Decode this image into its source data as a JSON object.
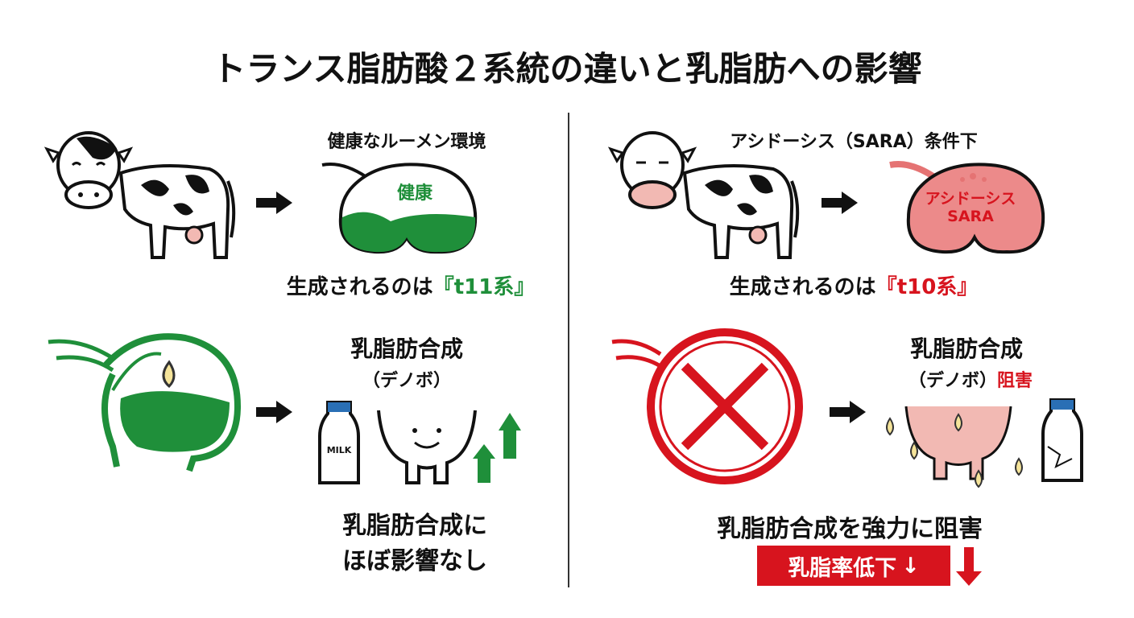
{
  "title": "トランス脂肪酸２系統の違いと乳脂肪への影響",
  "left": {
    "condition": "健康なルーメン環境",
    "rumen_label": "健康",
    "produced_prefix": "生成されるのは",
    "produced_type": "『t11系』",
    "synthesis_title": "乳脂肪合成",
    "synthesis_sub": "（デノボ）",
    "milk_label": "MILK",
    "result_line1": "乳脂肪合成に",
    "result_line2": "ほぼ影響なし"
  },
  "right": {
    "condition": "アシドーシス（SARA）条件下",
    "rumen_label_1": "アシドーシス",
    "rumen_label_2": "SARA",
    "produced_prefix": "生成されるのは",
    "produced_type": "『t10系』",
    "synthesis_title": "乳脂肪合成",
    "synthesis_sub": "（デノボ）",
    "synthesis_inhibit": "阻害",
    "result_line1": "乳脂肪合成を強力に阻害",
    "banner": "乳脂率低下"
  },
  "colors": {
    "green": "#1f8f3a",
    "red": "#d7141e",
    "pink": "#f2b9b3"
  }
}
